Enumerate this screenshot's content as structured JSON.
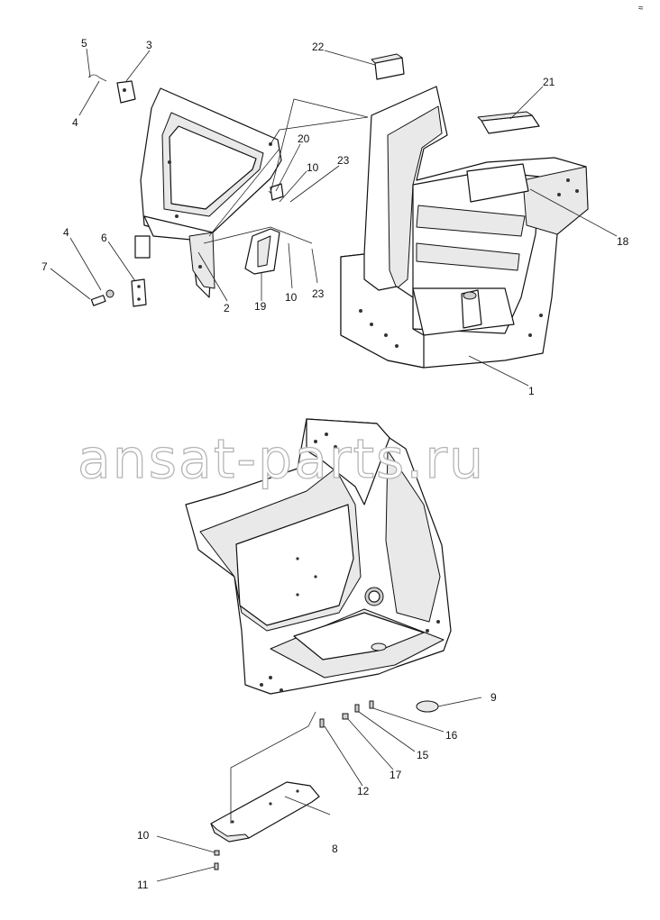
{
  "watermark": "ansat-parts.ru",
  "corner_mark": "≈",
  "callouts": {
    "c1": "1",
    "c2": "2",
    "c3": "3",
    "c4a": "4",
    "c4b": "4",
    "c5": "5",
    "c6": "6",
    "c7": "7",
    "c8": "8",
    "c9": "9",
    "c10a": "10",
    "c10b": "10",
    "c10c": "10",
    "c11": "11",
    "c12": "12",
    "c15": "15",
    "c16": "16",
    "c17": "17",
    "c18": "18",
    "c19": "19",
    "c20": "20",
    "c21": "21",
    "c22": "22",
    "c23a": "23",
    "c23b": "23"
  }
}
